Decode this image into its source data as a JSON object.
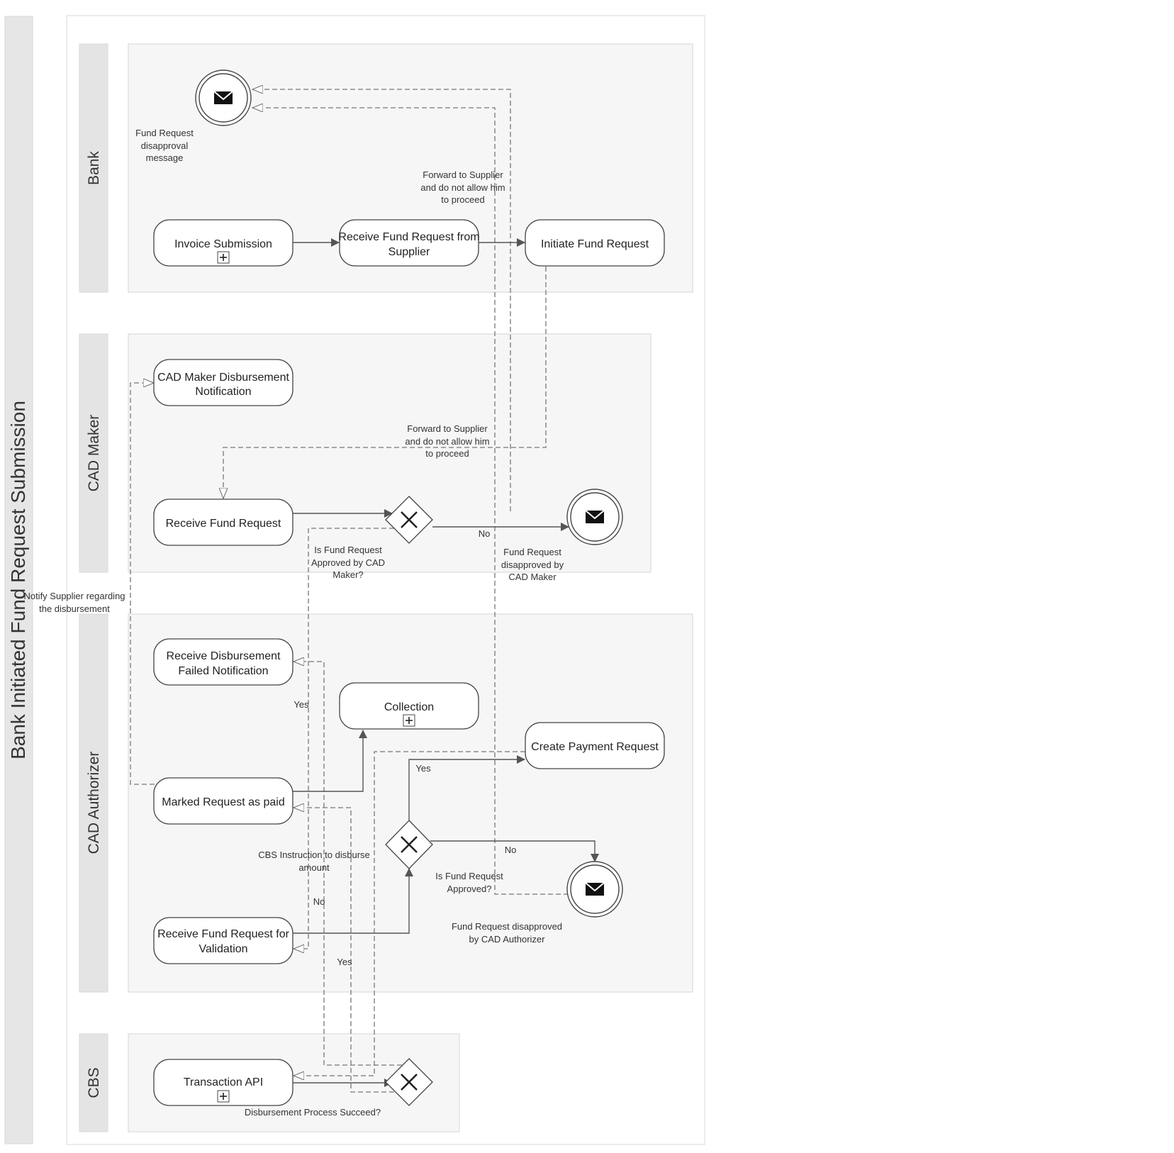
{
  "pool": {
    "title": "Bank Initiated Fund Request Submission"
  },
  "lanes": {
    "bank": "Bank",
    "cad_maker": "CAD Maker",
    "cad_authorizer": "CAD Authorizer",
    "cbs": "CBS"
  },
  "tasks": {
    "invoice_submission": "Invoice Submission",
    "receive_fund_request_from_supplier": [
      "Receive Fund Request from",
      "Supplier"
    ],
    "initiate_fund_request": "Initiate Fund Request",
    "cad_maker_disbursement_notification": [
      "CAD Maker Disbursement",
      "Notification"
    ],
    "receive_fund_request": "Receive Fund Request",
    "receive_disbursement_failed_notification": [
      "Receive Disbursement",
      "Failed Notification"
    ],
    "collection": "Collection",
    "create_payment_request": "Create Payment Request",
    "marked_request_as_paid": "Marked Request as paid",
    "receive_fund_request_for_validation": [
      "Receive Fund Request for",
      "Validation"
    ],
    "transaction_api": "Transaction API"
  },
  "events": {
    "bank_disapproval": [
      "Fund Request",
      "disapproval",
      "message"
    ],
    "cad_maker_disapproved": [
      "Fund Request",
      "disapproved by",
      "CAD Maker"
    ],
    "cad_authorizer_disapproved": [
      "Fund Request disapproved",
      "by CAD Authorizer"
    ]
  },
  "gateways": {
    "cad_maker_approved": [
      "Is Fund Request",
      "Approved by CAD",
      "Maker?"
    ],
    "fund_request_approved": [
      "Is Fund Request",
      "Approved?"
    ],
    "disbursement_succeed": "Disbursement Process Succeed?"
  },
  "flow_labels": {
    "forward_supplier_bank": [
      "Forward to Supplier",
      "and do not allow him",
      "to proceed"
    ],
    "forward_supplier_cad": [
      "Forward to Supplier",
      "and do not allow him",
      "to proceed"
    ],
    "no_cad_maker": "No",
    "notify_supplier": [
      "Notify Supplier regarding",
      "the disbursement"
    ],
    "yes_disbursement_failed": "Yes",
    "yes_create_payment": "Yes",
    "no_authorizer": "No",
    "cbs_instruction": [
      "CBS Instruction to disburse",
      "amount"
    ],
    "no_cbs": "No",
    "yes_cbs": "Yes"
  }
}
